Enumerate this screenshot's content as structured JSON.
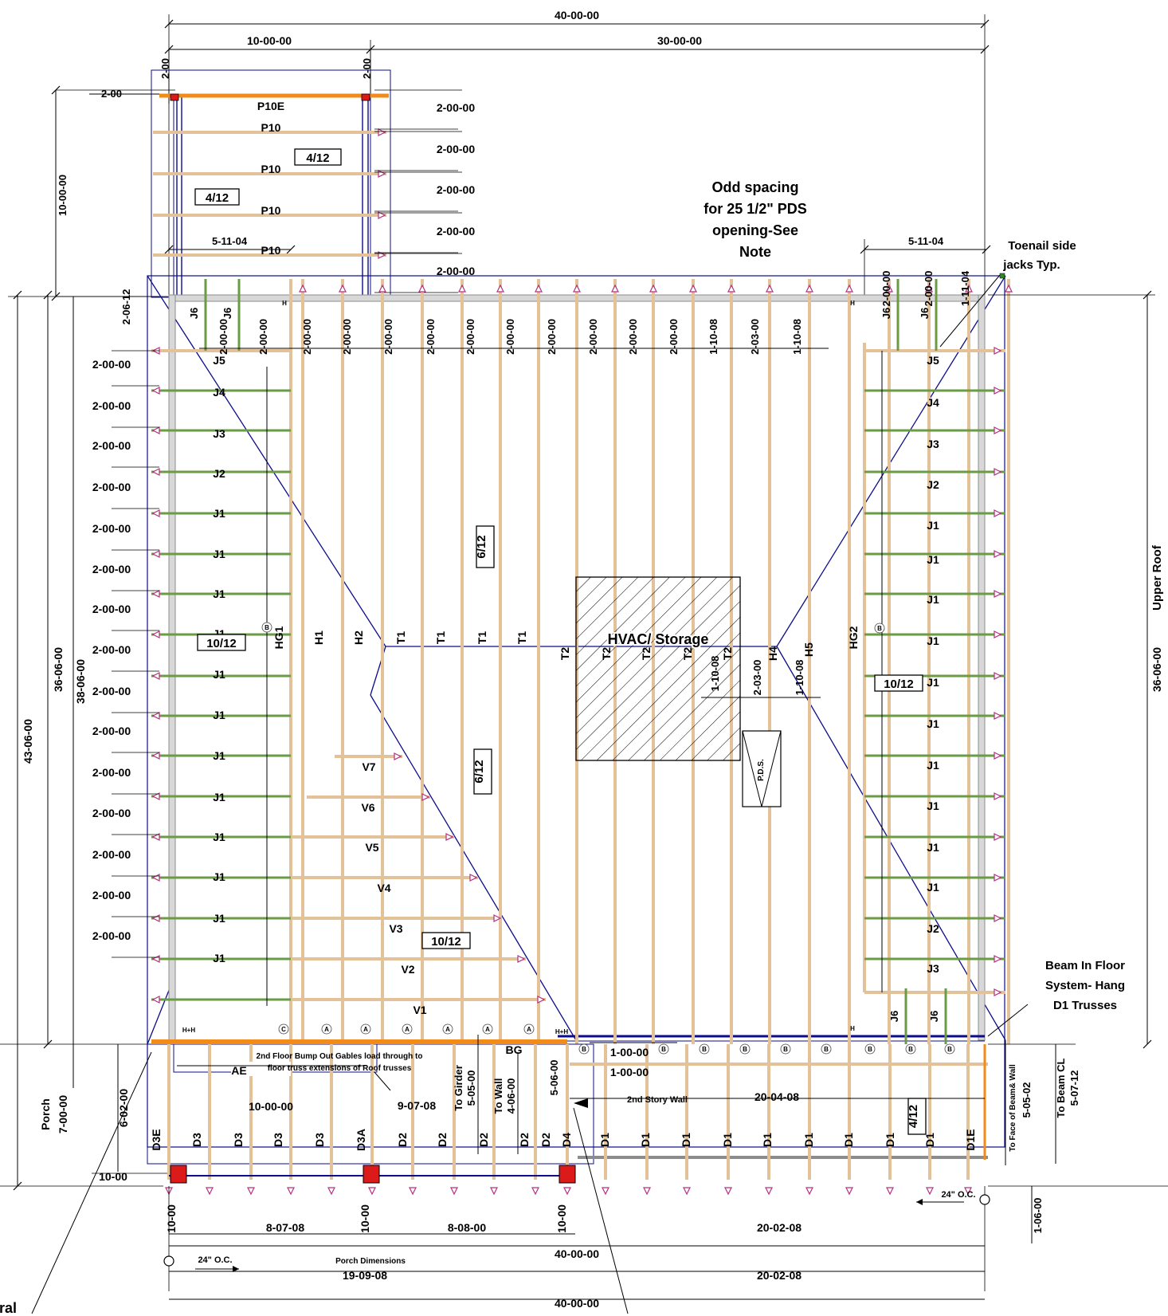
{
  "notes": {
    "odd_spacing": [
      "Odd spacing",
      "for 25 1/2\" PDS",
      "opening-See",
      "Note"
    ],
    "toenail": [
      "Toenail side",
      "jacks Typ."
    ],
    "beam_floor": [
      "Beam In Floor",
      "System- Hang",
      "D1 Trusses"
    ],
    "hvac": "HVAC/ Storage",
    "pds": "P.D.S.",
    "bump_out": [
      "2nd Floor Bump Out Gables load through to",
      "floor truss extensions of Roof trusses"
    ],
    "second_story_wall": "2nd Story Wall",
    "porch_dimensions": "Porch Dimensions",
    "oc_left": "24\" O.C.",
    "oc_right": "24\" O.C.",
    "cut_label": "ral"
  },
  "pitches": {
    "upper_left": "4/12",
    "upper_mid": "4/12",
    "left": "10/12",
    "right": "10/12",
    "center_top": "6/12",
    "center_bottom": "6/12",
    "valley": "10/12",
    "porch": "4/12"
  },
  "dims_top": {
    "overall": "40-00-00",
    "left": "10-00-00",
    "right": "30-00-00",
    "bump_a": "2-00",
    "bump_b": "2-00",
    "bump_side": "2-00",
    "bump_depth": "10-00-00",
    "bump_5_11": "5-11-04",
    "right_5_11": "5-11-04"
  },
  "dims_bump_spacing": [
    "2-00-00",
    "2-00-00",
    "2-00-00",
    "2-00-00",
    "2-00-00"
  ],
  "dims_truss_spacing": [
    "2-00-00",
    "2-00-00",
    "2-00-00",
    "2-00-00",
    "2-00-00",
    "2-00-00",
    "2-00-00",
    "2-00-00",
    "2-00-00",
    "2-00-00",
    "2-00-00",
    "2-00-00",
    "1-10-08",
    "2-03-00",
    "1-10-08"
  ],
  "dims_right_top": [
    "2-00-00",
    "2-00-00",
    "1-11-04"
  ],
  "dims_left_col": [
    "2-00-00",
    "2-00-00",
    "2-00-00",
    "2-00-00",
    "2-00-00",
    "2-00-00",
    "2-00-00",
    "2-00-00",
    "2-00-00",
    "2-00-00",
    "2-00-00",
    "2-00-00",
    "2-00-00",
    "2-00-00",
    "2-00-00",
    "2-00-00"
  ],
  "dims_left_vert": {
    "a": "2-06-12",
    "b": "43-06-00",
    "c": "36-06-00",
    "d": "38-06-00",
    "porch": [
      "Porch",
      "7-00-00"
    ],
    "e": "6-02-00",
    "f": "10-00"
  },
  "dims_right_vert": {
    "upper_roof": "Upper Roof",
    "v36": "36-06-00",
    "face_beam": "To Face of Beam& Wall",
    "face_beam_val": "5-05-02",
    "beam_cl": "To Beam CL",
    "beam_cl_val": "5-07-12",
    "v1_06": "1-06-00"
  },
  "dims_center": [
    "1-10-08",
    "2-03-00",
    "1-10-08"
  ],
  "dims_porch": {
    "ten": "10-00-00",
    "nine": "9-07-08",
    "girder": [
      "To Girder",
      "5-05-00"
    ],
    "wall": [
      "To Wall",
      "4-06-00"
    ],
    "five": "5-06-00",
    "one_a": "1-00-00",
    "one_b": "1-00-00",
    "twenty": "20-04-08"
  },
  "dims_bottom": {
    "a": "10-00",
    "b": "8-07-08",
    "c": "10-00",
    "d": "8-08-00",
    "e": "10-00",
    "f": "20-02-08",
    "porch_total": "19-09-08",
    "g": "20-02-08",
    "overall": "40-00-00"
  },
  "labels_top": {
    "p10e": "P10E",
    "p10": [
      "P10",
      "P10",
      "P10",
      "P10"
    ],
    "j6": [
      "J6",
      "J6",
      "J6",
      "J6"
    ],
    "j5_top_left": "J5",
    "j5_top_right": "J5"
  },
  "labels_left_jacks": [
    "J4",
    "J3",
    "J2",
    "J1",
    "J1",
    "J1",
    "J1",
    "J1",
    "J1",
    "J1",
    "J1",
    "J1",
    "J1",
    "J1",
    "J1",
    "J1"
  ],
  "labels_right_jacks": [
    "J4",
    "J3",
    "J2",
    "J1",
    "J1",
    "J1",
    "J1",
    "J1",
    "J1",
    "J1",
    "J1",
    "J1",
    "J1",
    "J2",
    "J3",
    "J4",
    "J5"
  ],
  "labels_vert_trusses": [
    "HG1",
    "H1",
    "H2",
    "T1",
    "T1",
    "T1",
    "T1",
    "T2",
    "T2",
    "T2",
    "T2",
    "T2",
    "H4",
    "H5",
    "HG2"
  ],
  "labels_valley": [
    "V7",
    "V6",
    "V5",
    "V4",
    "V3",
    "V2",
    "V1"
  ],
  "labels_porch": [
    "D3E",
    "D3",
    "D3",
    "D3",
    "D3",
    "D3A",
    "D2",
    "D2",
    "D2",
    "D2",
    "D2",
    "D4",
    "D1",
    "D1",
    "D1",
    "D1",
    "D1",
    "D1",
    "D1",
    "D1",
    "D1",
    "D1E"
  ],
  "labels_misc": {
    "ae": "AE",
    "bg": "BG",
    "j6_bottom_a": "J6",
    "j6_bottom_b": "J6"
  },
  "markers": {
    "a": "A",
    "b": "B",
    "c": "C",
    "h": "H",
    "hh": "H+H"
  },
  "colors": {
    "truss": "#e3c29a",
    "jack": "#6b9b45",
    "girder": "#f28c18",
    "outline": "#0c0c8c",
    "wall": "#8c8c8c",
    "bearing": "#dd1a1a",
    "arrow": "#b5307f"
  }
}
